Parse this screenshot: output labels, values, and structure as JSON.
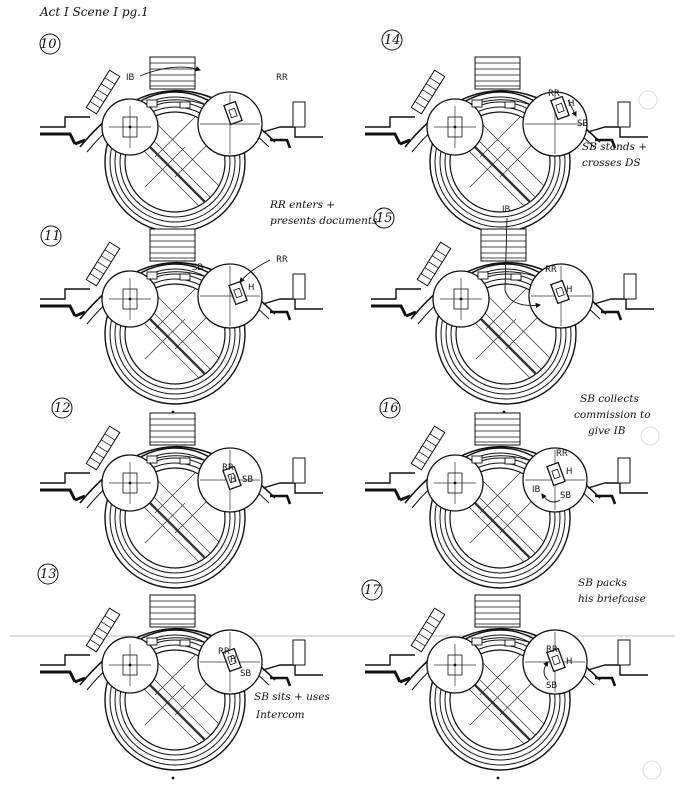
{
  "page_title": "Act I Scene I pg.1",
  "panels": [
    {
      "number": "10",
      "labels": [
        "IB",
        "RR"
      ],
      "notes": []
    },
    {
      "number": "14",
      "labels": [
        "RR",
        "H",
        "SB"
      ],
      "notes": [
        "SB stands +",
        "crosses DS"
      ]
    },
    {
      "number": "11",
      "labels": [
        "SB",
        "RR",
        "H"
      ],
      "notes": []
    },
    {
      "number": "15",
      "labels": [
        "IB",
        "RR",
        "H"
      ],
      "notes": [
        "RR enters +",
        "presents documents"
      ]
    },
    {
      "number": "12",
      "labels": [
        "RR",
        "H",
        "SB"
      ],
      "notes": []
    },
    {
      "number": "16",
      "labels": [
        "RR",
        "H",
        "IB",
        "SB"
      ],
      "notes": [
        "SB collects",
        "commission to",
        "give IB"
      ]
    },
    {
      "number": "13",
      "labels": [
        "RR",
        "H",
        "SB"
      ],
      "notes": [
        "SB sits + uses",
        "Intercom"
      ]
    },
    {
      "number": "17",
      "labels": [
        "RR",
        "H",
        "SB"
      ],
      "notes": [
        "SB packs",
        "his briefcase"
      ]
    }
  ]
}
